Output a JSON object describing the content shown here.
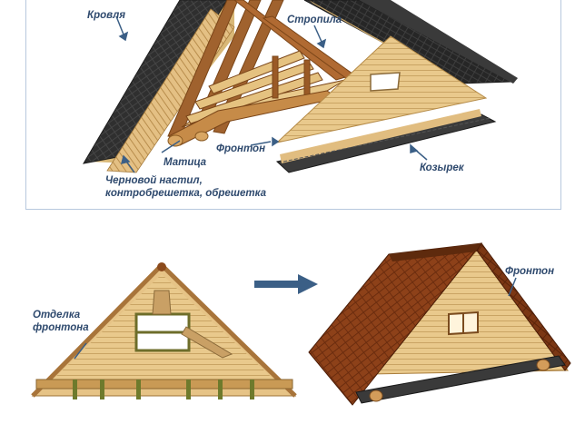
{
  "labels": {
    "roof": "Кровля",
    "rafters": "Стропила",
    "mauerlat": "Матица",
    "gable": "Фронтон",
    "sheathing_line1": "Черновой настил,",
    "sheathing_line2": "контробрешетка, обрешетка",
    "canopy": "Козырек",
    "gable_finish_line1": "Отделка",
    "gable_finish_line2": "фронтона",
    "gable_right": "Фронтон"
  },
  "colors": {
    "label_text": "#2f4a6e",
    "shingle_dark": "#2b2b2b",
    "shingle_brown": "#8a3e18",
    "wood_light": "#e8c98b",
    "rafter_brown": "#a0622e",
    "arrow_blue": "#3b5f86",
    "frame_border": "#b7c8de"
  }
}
